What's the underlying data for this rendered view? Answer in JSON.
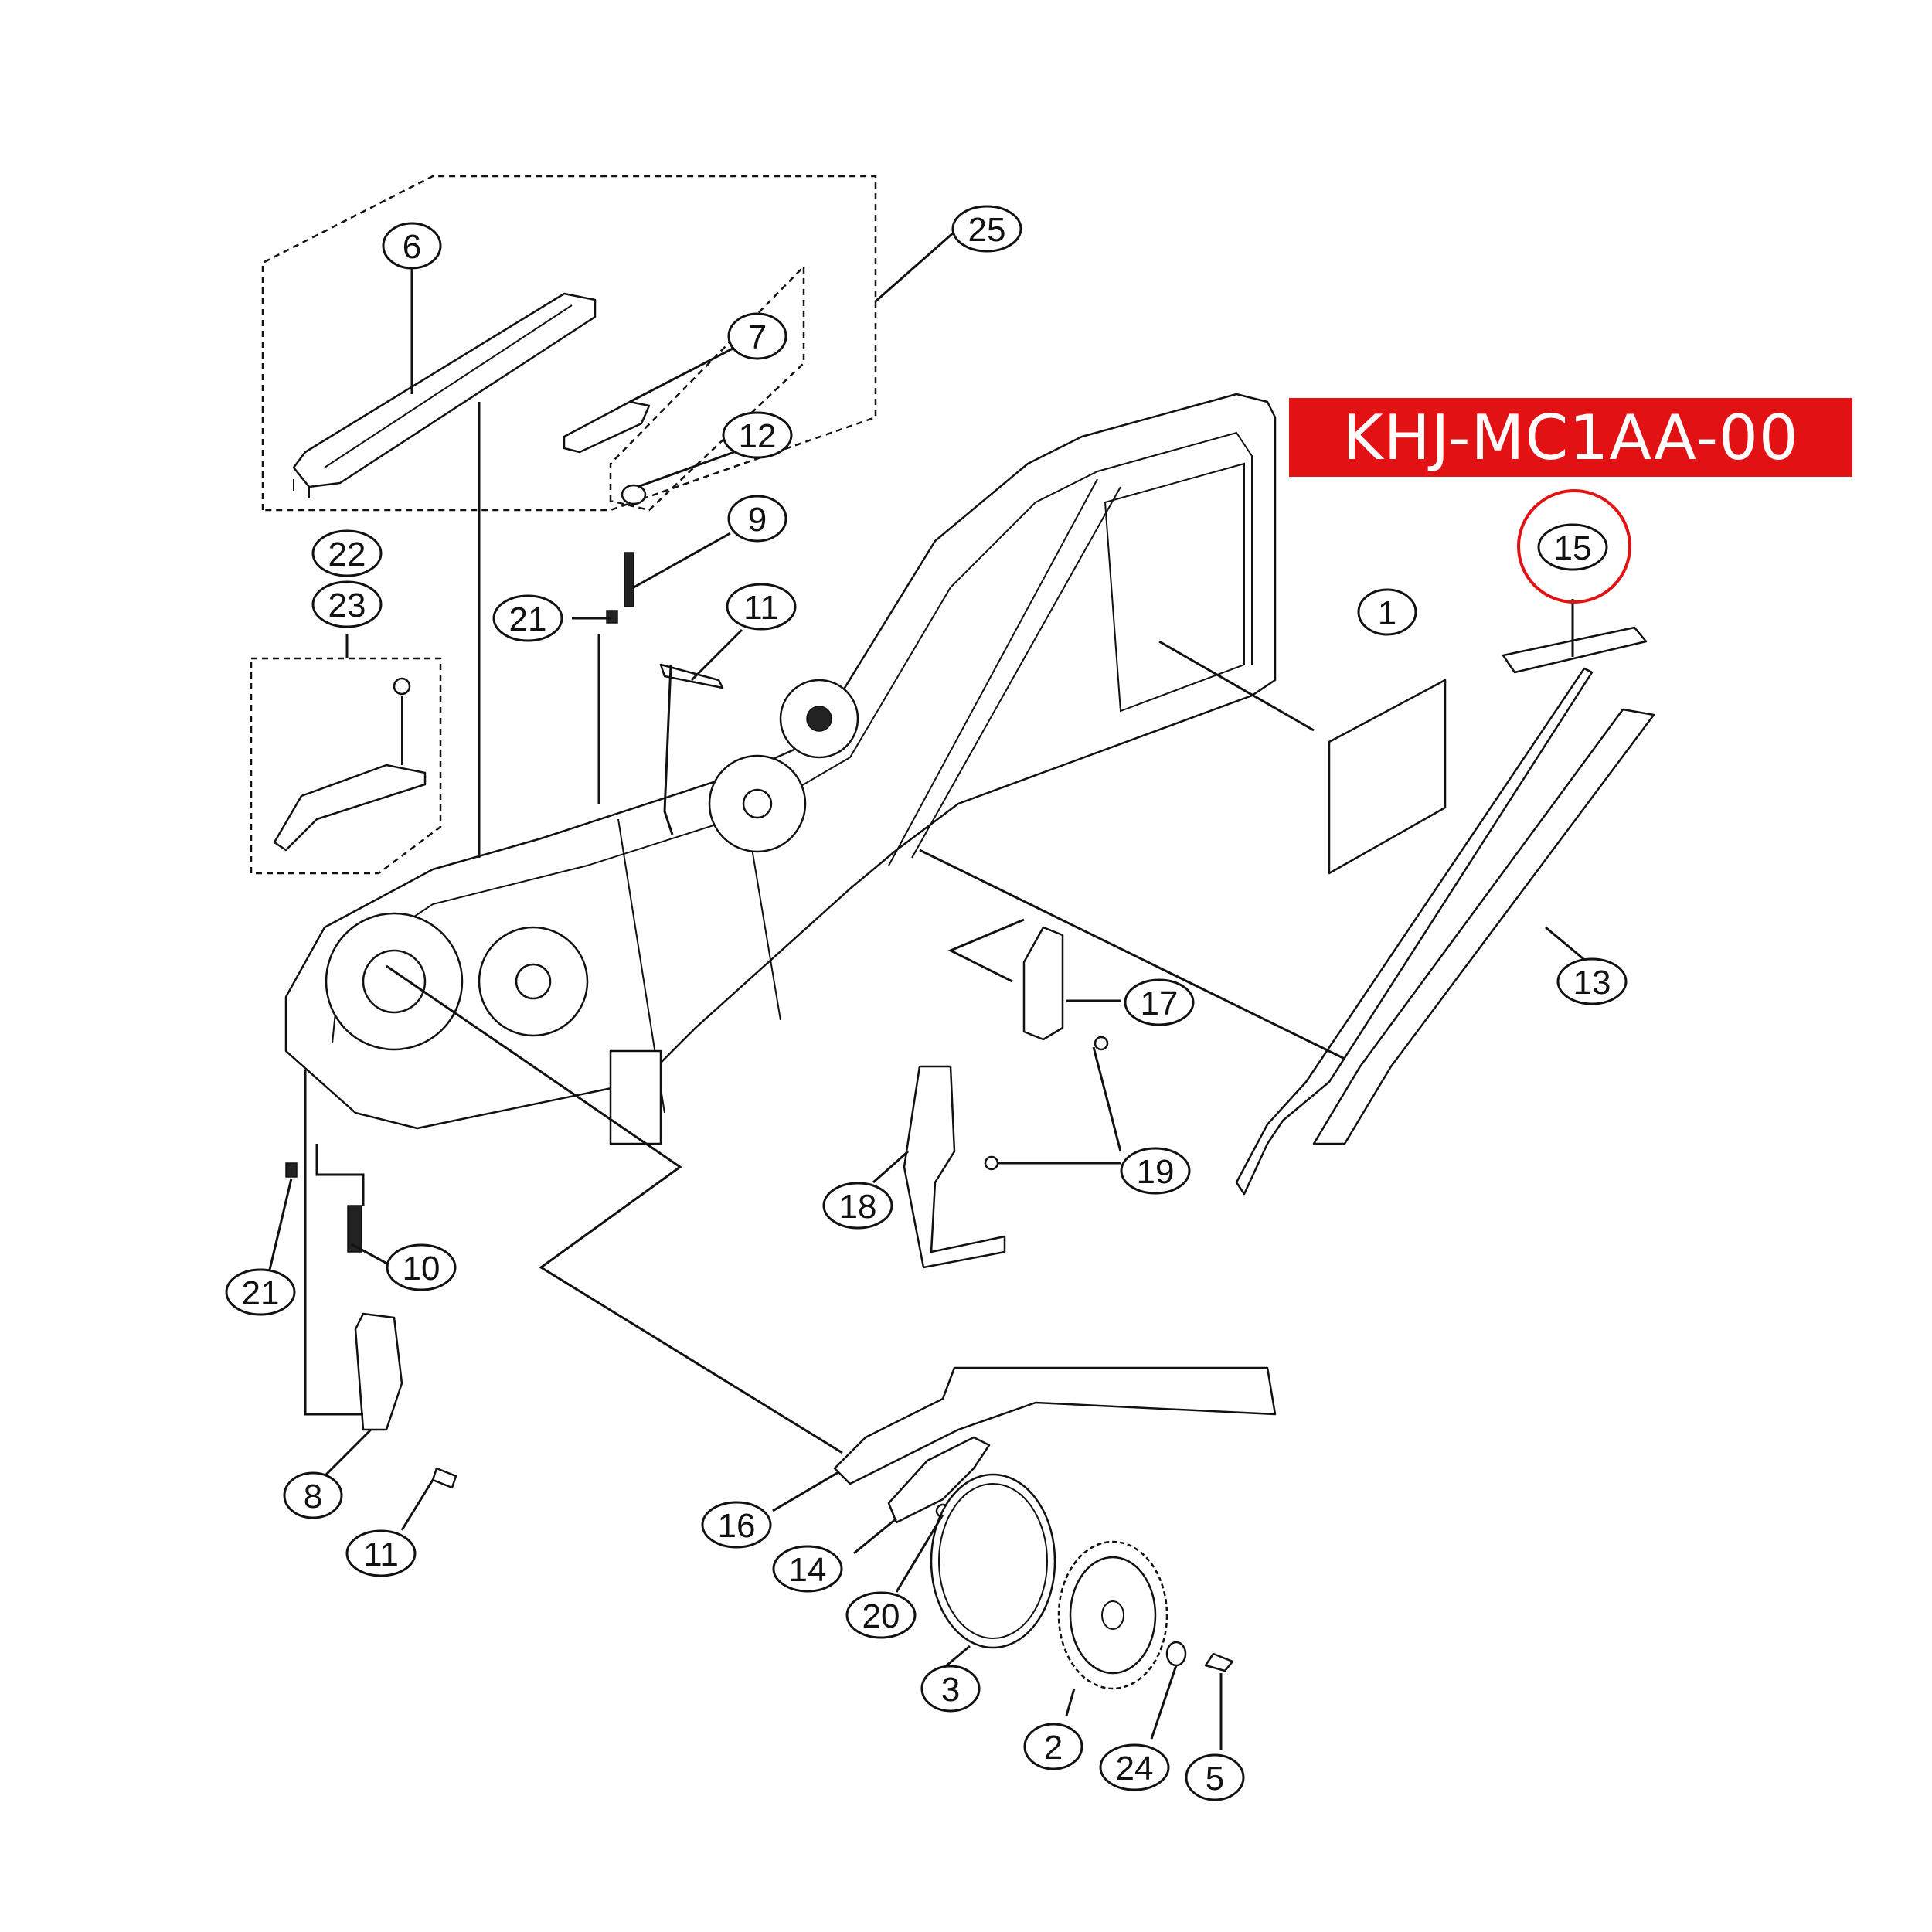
{
  "banner": {
    "code": "KHJ-MC1AA-00",
    "color": "#e21214"
  },
  "highlight": {
    "label": "15",
    "color": "#e21214"
  },
  "callouts": [
    {
      "id": "25",
      "text": "25"
    },
    {
      "id": "6",
      "text": "6"
    },
    {
      "id": "7",
      "text": "7"
    },
    {
      "id": "12",
      "text": "12"
    },
    {
      "id": "9",
      "text": "9"
    },
    {
      "id": "22",
      "text": "22"
    },
    {
      "id": "23",
      "text": "23"
    },
    {
      "id": "21a",
      "text": "21"
    },
    {
      "id": "11a",
      "text": "11"
    },
    {
      "id": "1",
      "text": "1"
    },
    {
      "id": "15",
      "text": "15"
    },
    {
      "id": "13",
      "text": "13"
    },
    {
      "id": "17",
      "text": "17"
    },
    {
      "id": "19",
      "text": "19"
    },
    {
      "id": "18",
      "text": "18"
    },
    {
      "id": "10",
      "text": "10"
    },
    {
      "id": "21b",
      "text": "21"
    },
    {
      "id": "8",
      "text": "8"
    },
    {
      "id": "11b",
      "text": "11"
    },
    {
      "id": "16",
      "text": "16"
    },
    {
      "id": "14",
      "text": "14"
    },
    {
      "id": "20",
      "text": "20"
    },
    {
      "id": "3",
      "text": "3"
    },
    {
      "id": "2",
      "text": "2"
    },
    {
      "id": "24",
      "text": "24"
    },
    {
      "id": "5",
      "text": "5"
    }
  ]
}
